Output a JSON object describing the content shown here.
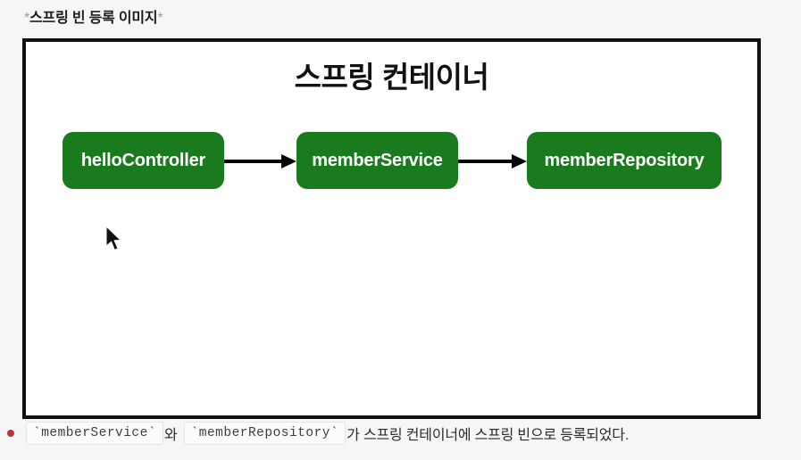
{
  "header": {
    "ast": "*",
    "label": "스프링 빈 등록 이미지"
  },
  "diagram": {
    "title": "스프링 컨테이너",
    "nodes": [
      {
        "id": "helloController",
        "label": "helloController"
      },
      {
        "id": "memberService",
        "label": "memberService"
      },
      {
        "id": "memberRepository",
        "label": "memberRepository"
      }
    ],
    "edges": [
      {
        "from": "helloController",
        "to": "memberService"
      },
      {
        "from": "memberService",
        "to": "memberRepository"
      }
    ]
  },
  "note": {
    "code1": "`memberService`",
    "text1": "와",
    "code2": "`memberRepository`",
    "text2": "가 스프링 컨테이너에 스프링 빈으로 등록되었다."
  },
  "colors": {
    "page_background": "#f7f6f6",
    "canvas_background": "#ffffff",
    "canvas_border": "#111111",
    "node_green": "#1a7a1e",
    "node_text": "#ffffff",
    "bullet_red": "#b13a3a",
    "code_chip_background": "#fcfcfc",
    "code_chip_border": "#e4e4e4"
  }
}
